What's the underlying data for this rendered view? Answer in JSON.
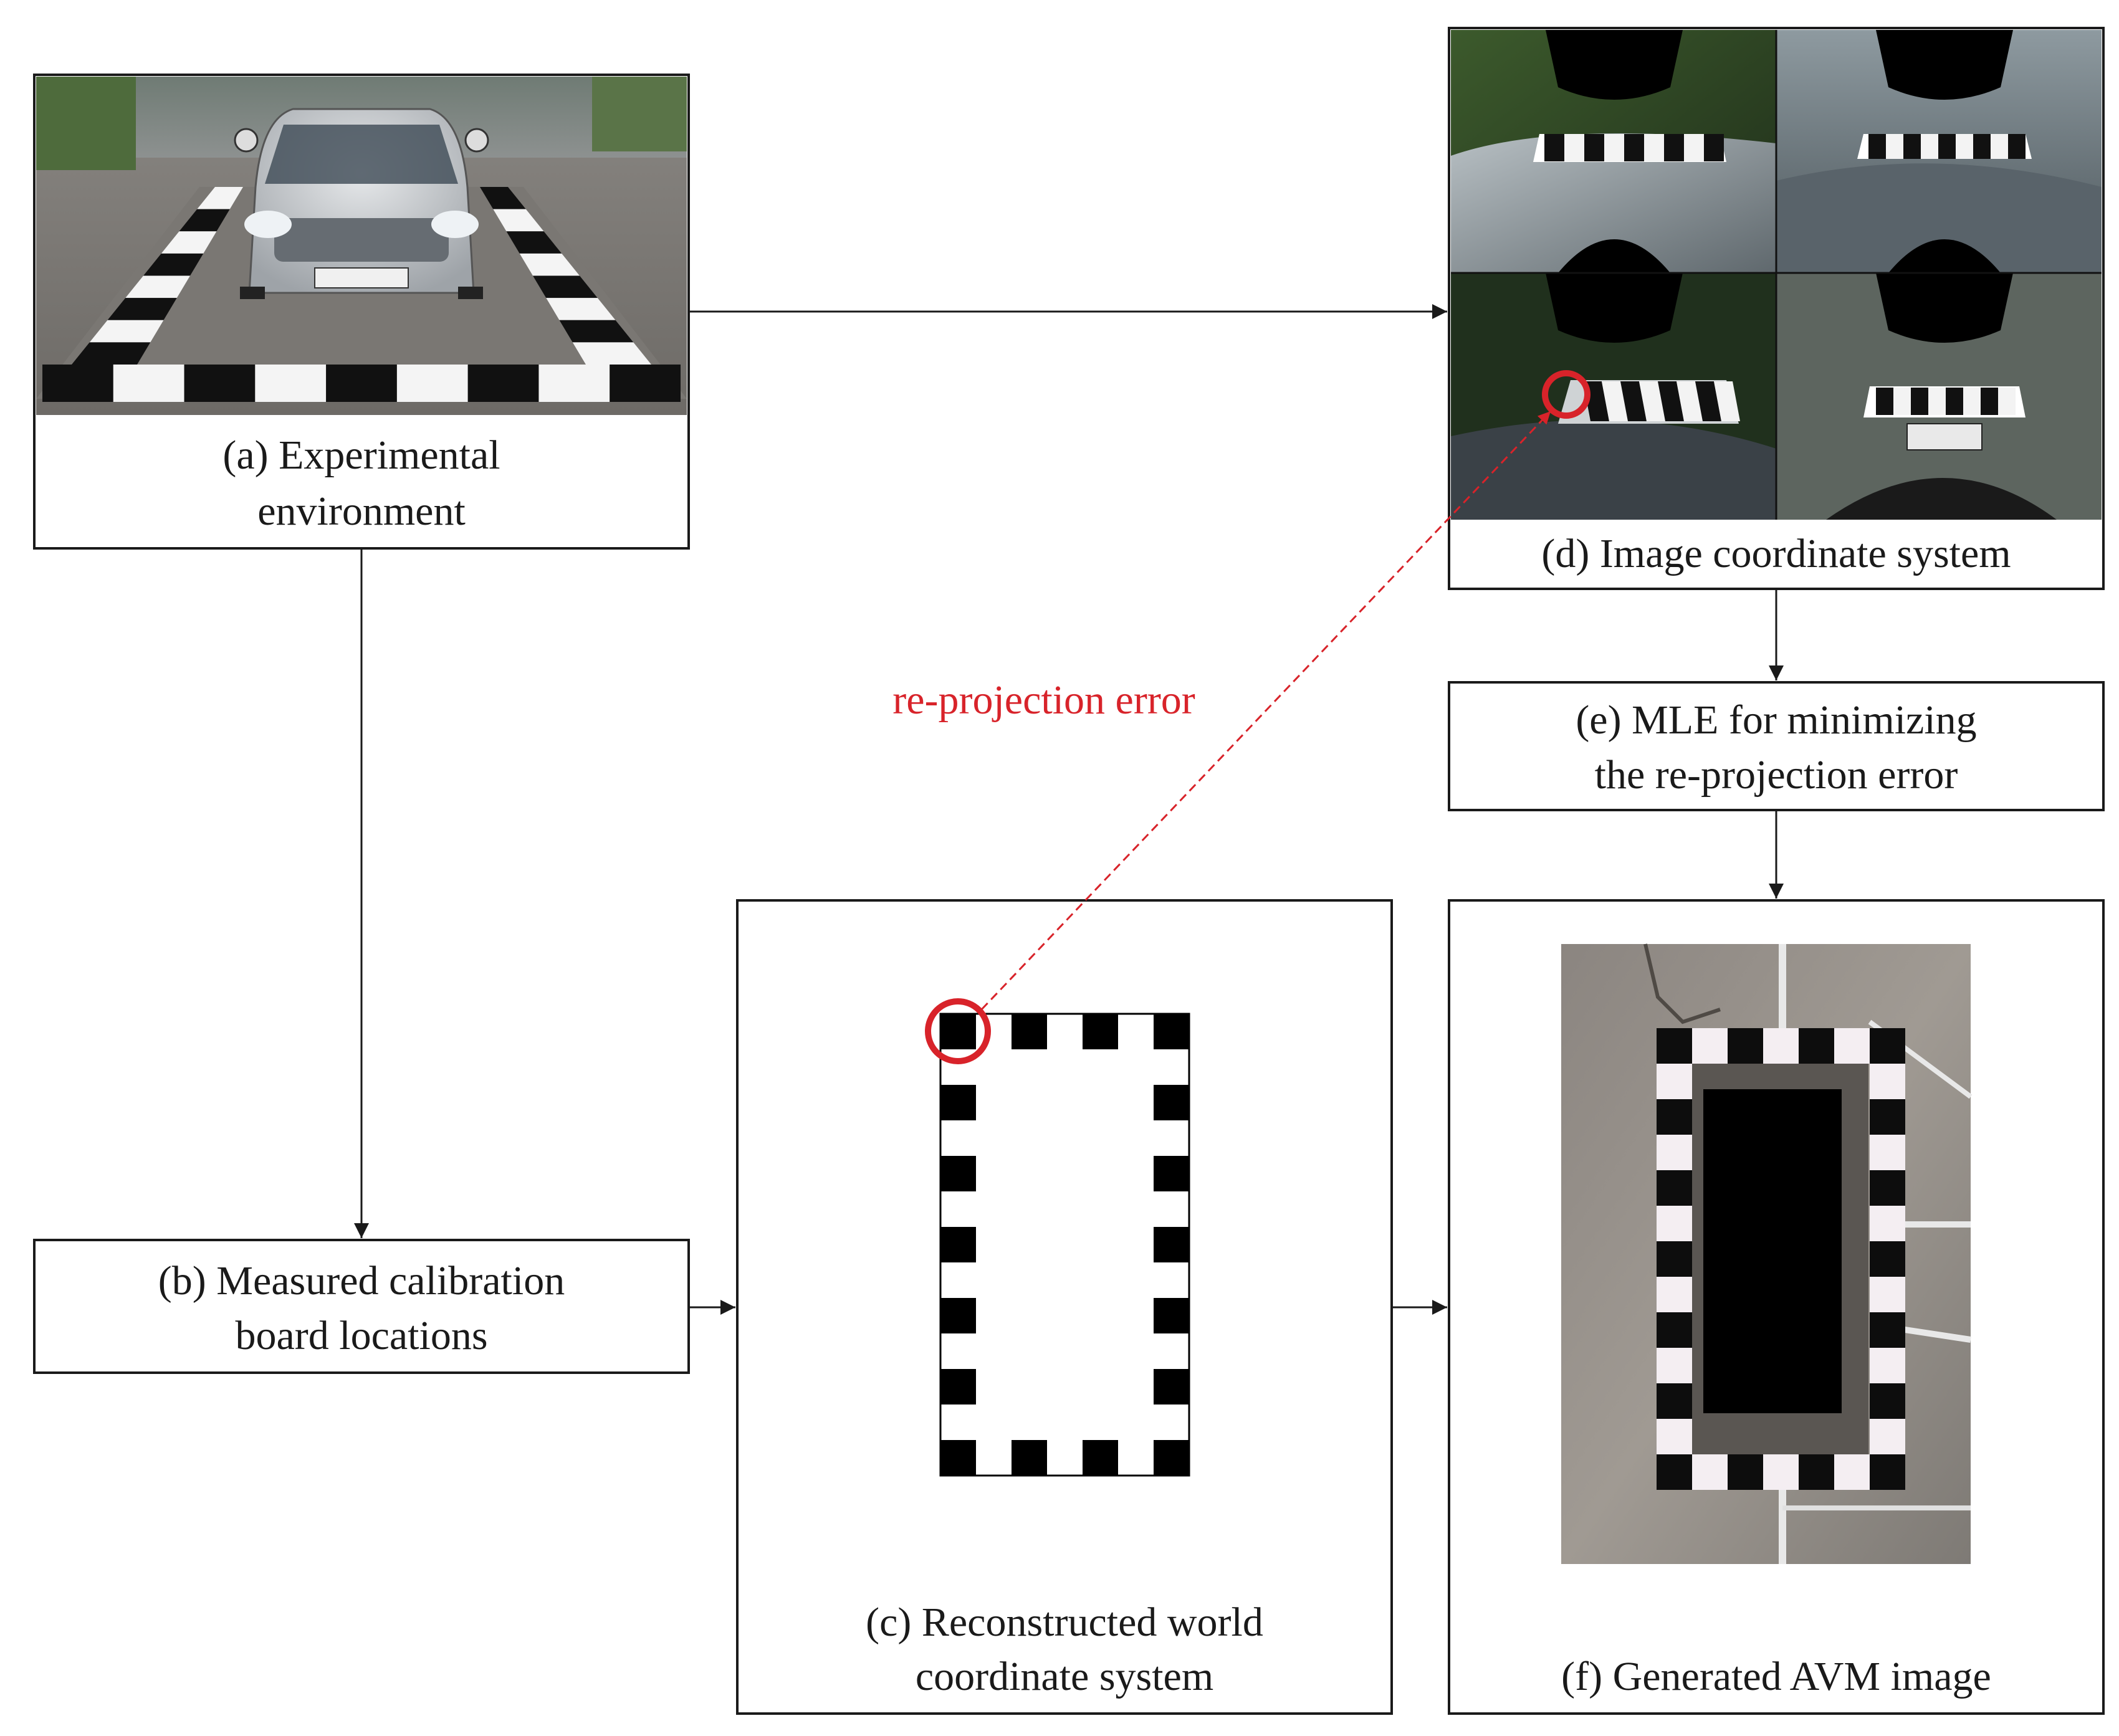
{
  "boxes": {
    "a": {
      "line1": "(a) Experimental",
      "line2": "environment"
    },
    "b": {
      "line1": "(b) Measured calibration",
      "line2": "board locations"
    },
    "c": {
      "line1": "(c) Reconstructed world",
      "line2": "coordinate system"
    },
    "d": {
      "line1": "(d) Image coordinate system"
    },
    "e": {
      "line1": "(e) MLE for minimizing",
      "line2": "the re-projection error"
    },
    "f": {
      "line1": "(f) Generated AVM image"
    }
  },
  "annotation": {
    "text": "re-projection error",
    "color": "#d8232a"
  },
  "colors": {
    "stroke": "#1a1a1a",
    "highlight": "#d8232a"
  }
}
